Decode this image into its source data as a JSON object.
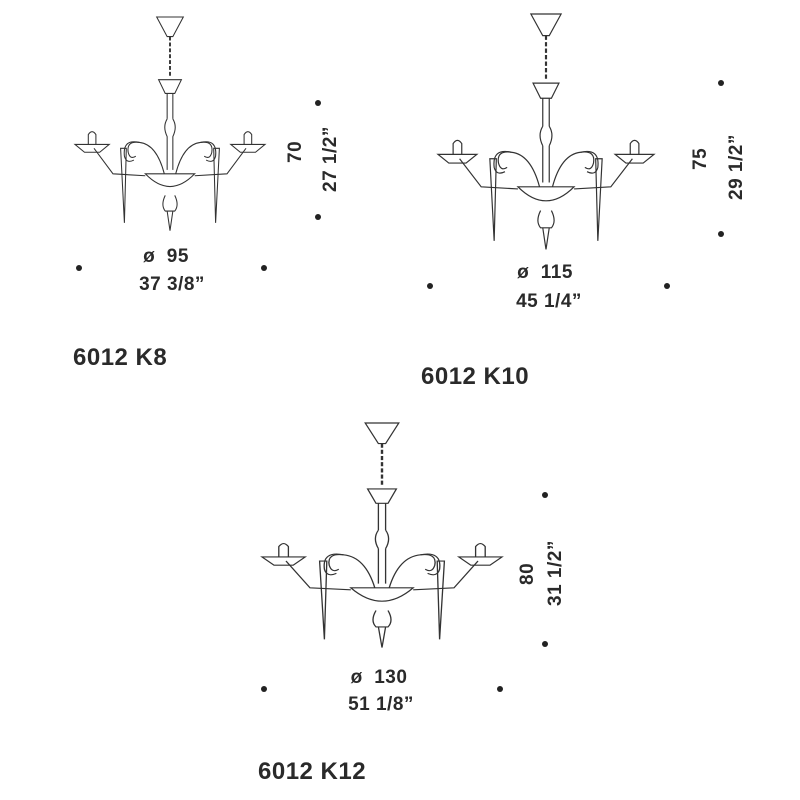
{
  "models": [
    {
      "code": "6012 K8",
      "diameter_cm": "95",
      "diameter_in": "37 3/8”",
      "height_cm": "70",
      "height_in": "27 1/2”"
    },
    {
      "code": "6012 K10",
      "diameter_cm": "115",
      "diameter_in": "45 1/4”",
      "height_cm": "75",
      "height_in": "29 1/2”"
    },
    {
      "code": "6012 K12",
      "diameter_cm": "130",
      "diameter_in": "51 1/8”",
      "height_cm": "80",
      "height_in": "31 1/2”"
    }
  ],
  "diameter_symbol": "ø"
}
